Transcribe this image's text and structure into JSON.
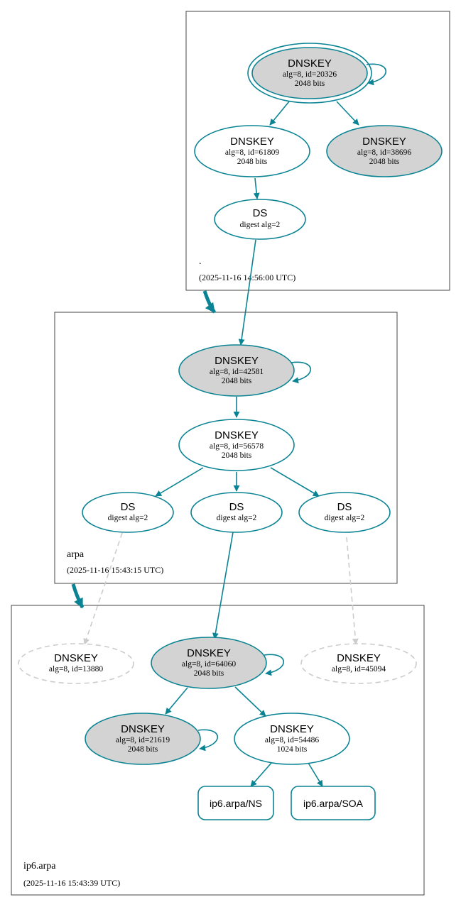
{
  "zones": {
    "root": {
      "name": ".",
      "timestamp": "(2025-11-16 14:56:00 UTC)",
      "dnskey_20326": {
        "title": "DNSKEY",
        "line1": "alg=8, id=20326",
        "line2": "2048 bits"
      },
      "dnskey_61809": {
        "title": "DNSKEY",
        "line1": "alg=8, id=61809",
        "line2": "2048 bits"
      },
      "dnskey_38696": {
        "title": "DNSKEY",
        "line1": "alg=8, id=38696",
        "line2": "2048 bits"
      },
      "ds": {
        "title": "DS",
        "line1": "digest alg=2"
      }
    },
    "arpa": {
      "name": "arpa",
      "timestamp": "(2025-11-16 15:43:15 UTC)",
      "dnskey_42581": {
        "title": "DNSKEY",
        "line1": "alg=8, id=42581",
        "line2": "2048 bits"
      },
      "dnskey_56578": {
        "title": "DNSKEY",
        "line1": "alg=8, id=56578",
        "line2": "2048 bits"
      },
      "ds_left": {
        "title": "DS",
        "line1": "digest alg=2"
      },
      "ds_mid": {
        "title": "DS",
        "line1": "digest alg=2"
      },
      "ds_right": {
        "title": "DS",
        "line1": "digest alg=2"
      }
    },
    "ip6arpa": {
      "name": "ip6.arpa",
      "timestamp": "(2025-11-16 15:43:39 UTC)",
      "dnskey_13880": {
        "title": "DNSKEY",
        "line1": "alg=8, id=13880"
      },
      "dnskey_64060": {
        "title": "DNSKEY",
        "line1": "alg=8, id=64060",
        "line2": "2048 bits"
      },
      "dnskey_45094": {
        "title": "DNSKEY",
        "line1": "alg=8, id=45094"
      },
      "dnskey_21619": {
        "title": "DNSKEY",
        "line1": "alg=8, id=21619",
        "line2": "2048 bits"
      },
      "dnskey_54486": {
        "title": "DNSKEY",
        "line1": "alg=8, id=54486",
        "line2": "1024 bits"
      },
      "rr_ns": "ip6.arpa/NS",
      "rr_soa": "ip6.arpa/SOA"
    }
  },
  "colors": {
    "edge": "#0a8494",
    "missing": "#cccccc",
    "sep_fill": "#d3d3d3",
    "box_stroke": "#444444"
  }
}
